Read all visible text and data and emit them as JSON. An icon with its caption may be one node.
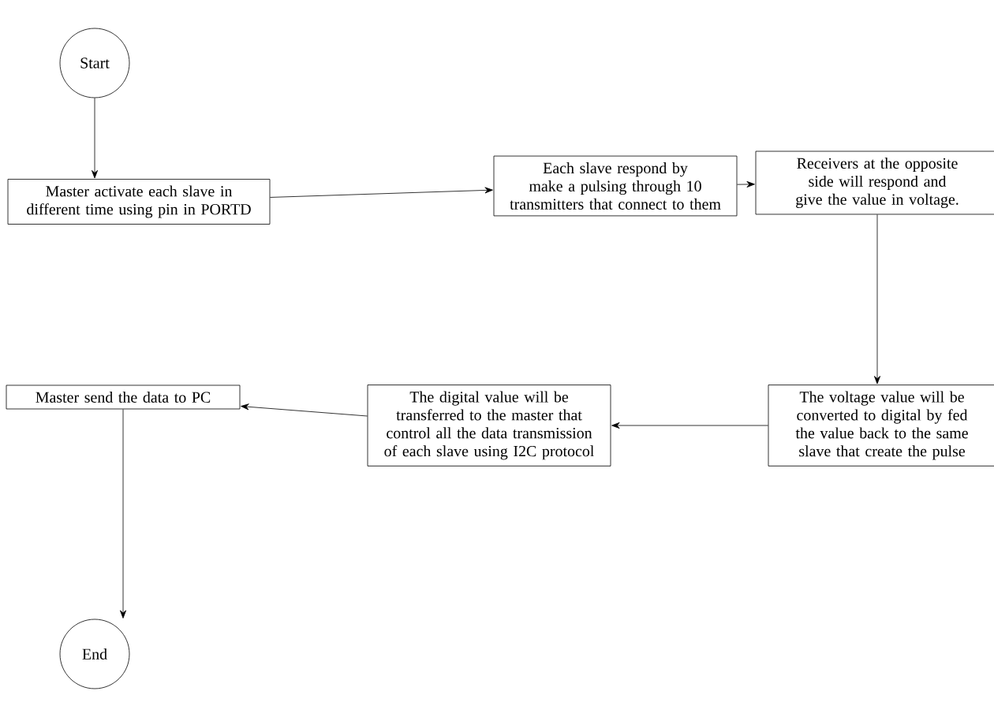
{
  "diagram": {
    "nodes": [
      {
        "text": [
          "Start"
        ]
      },
      {
        "text": [
          "Master activate each slave in different time using pin in PORTD"
        ]
      },
      {
        "text": [
          "Each slave respond by make a pulsing through 10 transmitters that connect to them"
        ]
      },
      {
        "text": [
          "Receivers at the opposite side will respond and give the value in voltage."
        ]
      },
      {
        "text": [
          "The voltage value will be converted to digital by fed the value back to the same slave that create the pulse"
        ]
      },
      {
        "text": [
          "The digital value will be transferred to the master that control all the data transmission of each slave using I2C protocol"
        ]
      },
      {
        "text": [
          "Master send the data to PC"
        ]
      },
      {
        "text": [
          "End"
        ]
      }
    ],
    "edges": [
      {
        "from": 0,
        "to": 1,
        "arrow": "to"
      },
      {
        "from": 1,
        "to": 2,
        "arrow": "to"
      },
      {
        "from": 2,
        "to": 3,
        "arrow": "to"
      },
      {
        "from": 3,
        "to": 4,
        "arrow": "to"
      },
      {
        "from": 4,
        "to": 5,
        "arrow": "to"
      },
      {
        "from": 5,
        "to": 6,
        "arrow": "to"
      },
      {
        "from": 6,
        "to": 7,
        "arrow": "to"
      }
    ]
  }
}
